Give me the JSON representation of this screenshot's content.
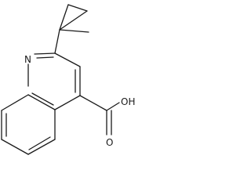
{
  "molecule": {
    "atoms": {
      "nitrogen": "N",
      "hydroxyl": "OH",
      "carbonyl_oxygen": "O"
    }
  }
}
